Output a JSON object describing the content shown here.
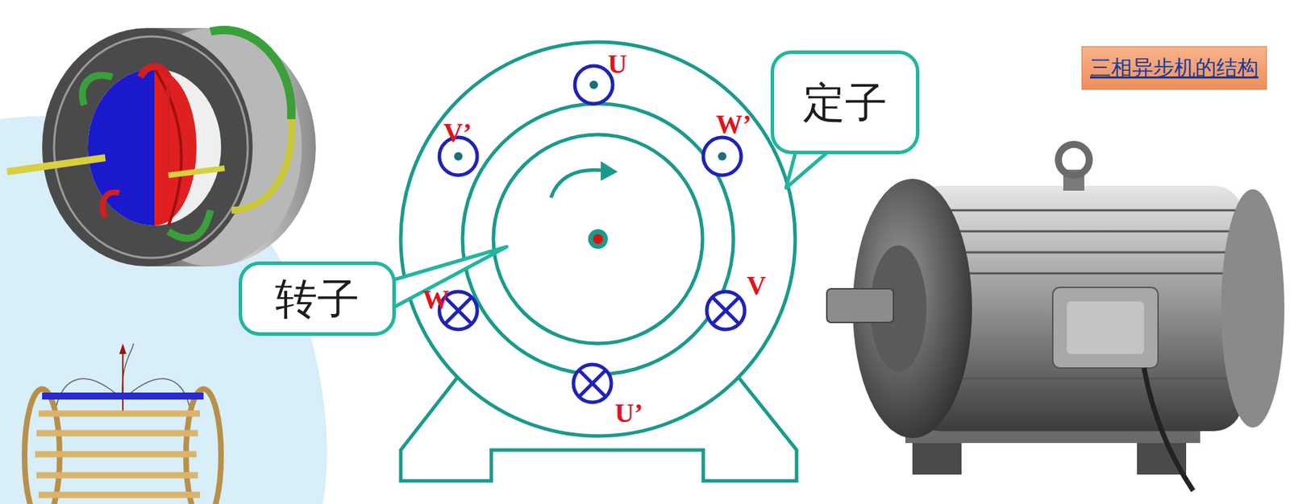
{
  "diagram": {
    "title": "三相异步机的结构",
    "nodes": [
      {
        "text": [
          "定子"
        ]
      },
      {
        "text": [
          "转子"
        ]
      }
    ],
    "labels": [
      "U",
      "V’",
      "W’",
      "W",
      "V",
      "U’"
    ]
  }
}
